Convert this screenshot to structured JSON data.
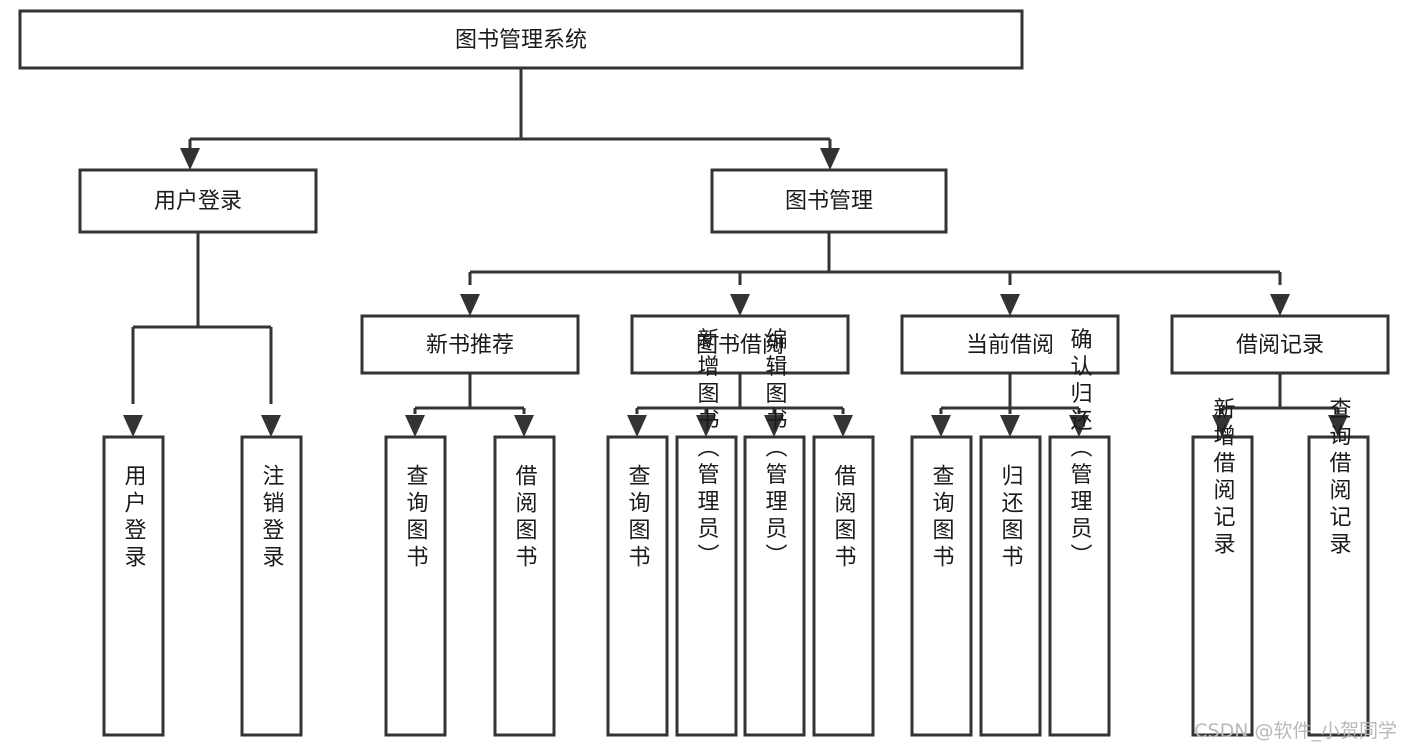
{
  "diagram": {
    "title": "图书管理系统",
    "type": "hierarchy-tree",
    "watermark": "CSDN @软件_小贺同学",
    "colors": {
      "box_stroke": "#333333",
      "box_fill": "#ffffff",
      "text": "#1a1a1a",
      "background": "#ffffff",
      "watermark": "#b9b9b9"
    },
    "root": {
      "label": "图书管理系统"
    },
    "level1": [
      {
        "label": "用户登录"
      },
      {
        "label": "图书管理"
      }
    ],
    "level2": [
      {
        "label": "新书推荐"
      },
      {
        "label": "图书借阅"
      },
      {
        "label": "当前借阅"
      },
      {
        "label": "借阅记录"
      }
    ],
    "leaves": {
      "user_login": [
        {
          "label": "用户登录"
        },
        {
          "label": "注销登录"
        }
      ],
      "new_book_recommend": [
        {
          "label": "查询图书"
        },
        {
          "label": "借阅图书"
        }
      ],
      "book_borrow": [
        {
          "label": "查询图书"
        },
        {
          "label": "新增图书（管理员）"
        },
        {
          "label": "编辑图书（管理员）"
        },
        {
          "label": "借阅图书"
        }
      ],
      "current_borrow": [
        {
          "label": "查询图书"
        },
        {
          "label": "归还图书"
        },
        {
          "label": "确认归还（管理员）"
        }
      ],
      "borrow_record": [
        {
          "label": "新增借阅记录"
        },
        {
          "label": "查询借阅记录"
        }
      ]
    }
  }
}
